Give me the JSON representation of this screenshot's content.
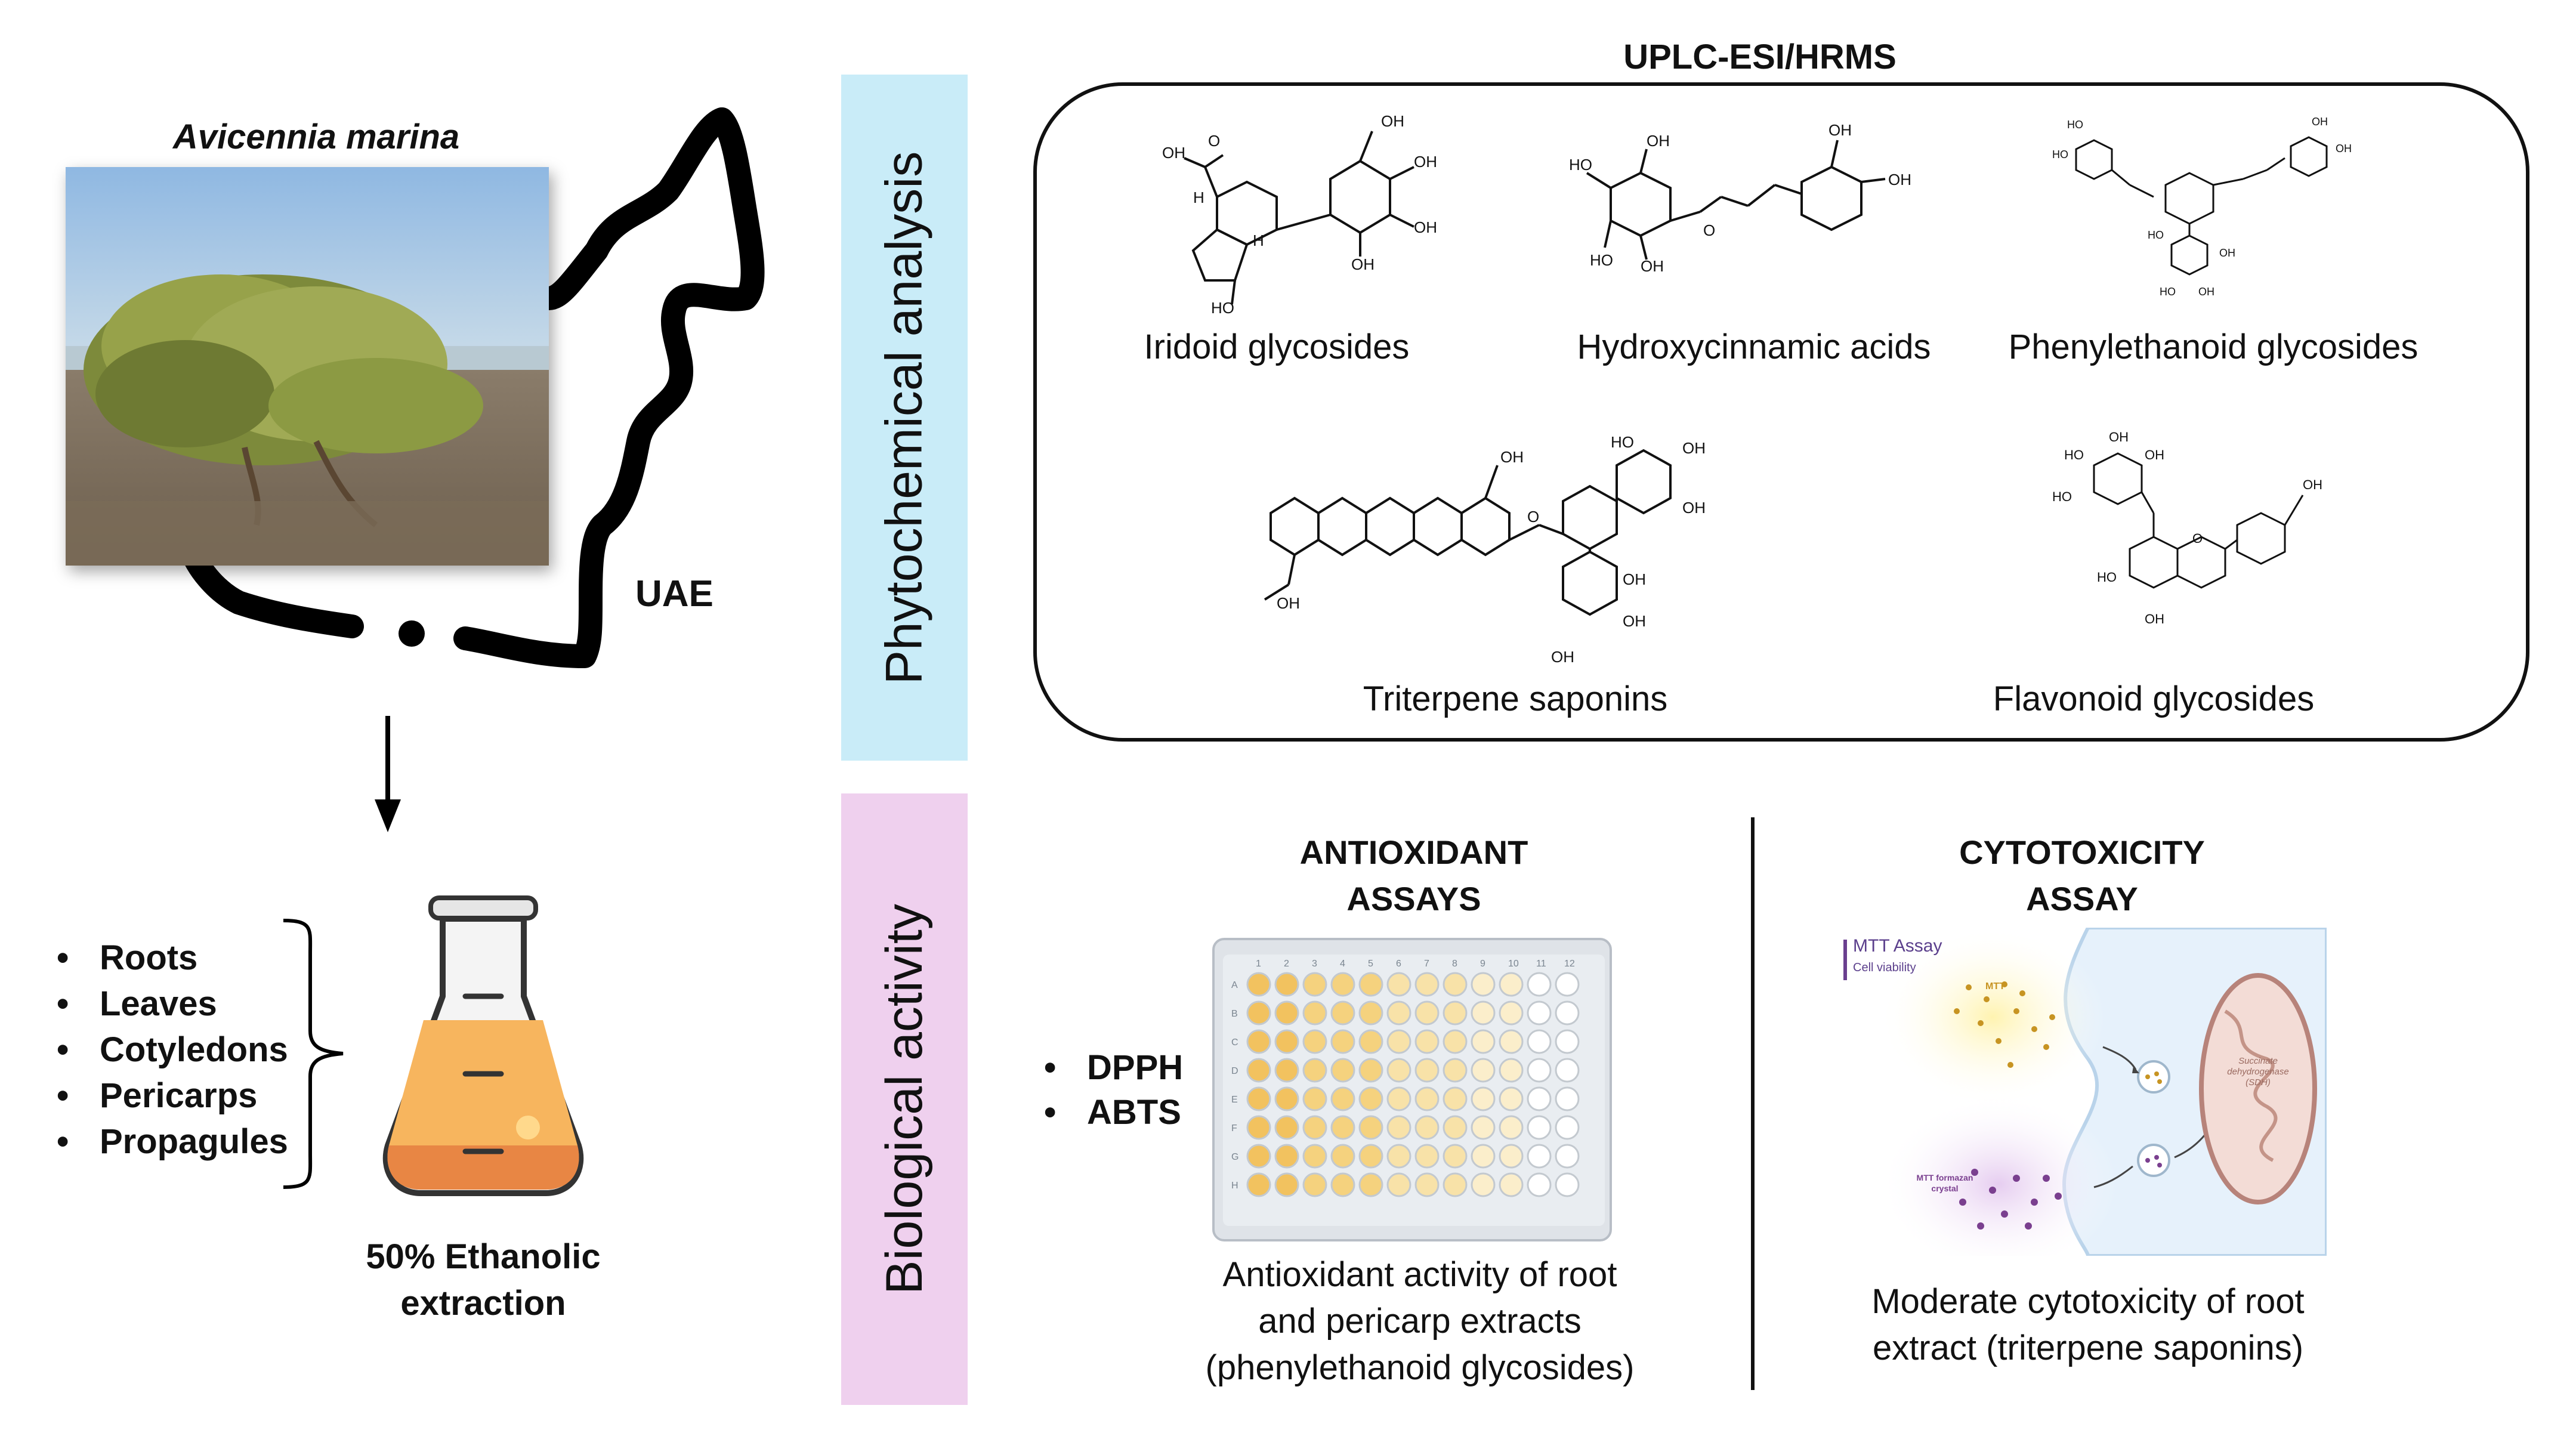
{
  "plant": {
    "species_name": "Avicennia marina",
    "country_label": "UAE"
  },
  "extraction": {
    "parts": [
      "Roots",
      "Leaves",
      "Cotyledons",
      "Pericarps",
      "Propagules"
    ],
    "caption_line1": "50% Ethanolic",
    "caption_line2": "extraction"
  },
  "phytochemical": {
    "side_label": "Phytochemical analysis",
    "method": "UPLC-ESI/HRMS",
    "classes": [
      "Iridoid glycosides",
      "Hydroxycinnamic acids",
      "Phenylethanoid glycosides",
      "Triterpene saponins",
      "Flavonoid glycosides"
    ]
  },
  "biological": {
    "side_label": "Biological activity",
    "antioxidant": {
      "heading_line1": "ANTIOXIDANT",
      "heading_line2": "ASSAYS",
      "assays": [
        "DPPH",
        "ABTS"
      ],
      "plate_cols": [
        "1",
        "2",
        "3",
        "4",
        "5",
        "6",
        "7",
        "8",
        "9",
        "10",
        "11",
        "12"
      ],
      "plate_rows": [
        "A",
        "B",
        "C",
        "D",
        "E",
        "F",
        "G",
        "H"
      ],
      "result_line1": "Antioxidant activity of root",
      "result_line2": "and pericarp extracts",
      "result_line3": "(phenylethanoid glycosides)"
    },
    "cytotoxicity": {
      "heading_line1": "CYTOTOXICITY",
      "heading_line2": "ASSAY",
      "figure_title": "MTT Assay",
      "figure_subtitle": "Cell viability",
      "mtt_label": "MTT",
      "formazan_label_1": "MTT formazan",
      "formazan_label_2": "crystal",
      "enzyme_label_1": "Succinate",
      "enzyme_label_2": "dehydrogenase",
      "enzyme_label_3": "(SDH)",
      "result_line1": "Moderate cytotoxicity of root",
      "result_line2": "extract (triterpene saponins)"
    }
  },
  "colors": {
    "phyto_bar": "#c9ecf8",
    "bio_bar": "#efd0ee",
    "flask_liquid": "#f7b55e",
    "well_fill": "#f2c25f"
  }
}
